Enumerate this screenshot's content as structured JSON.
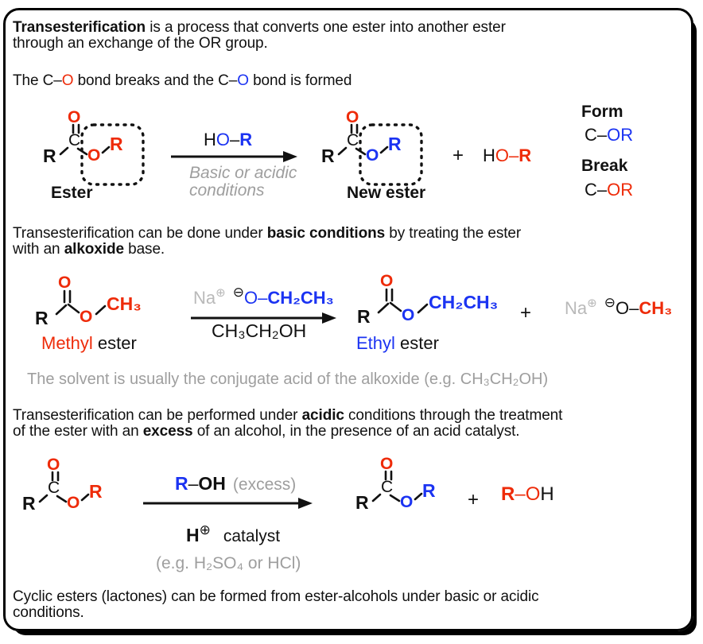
{
  "colors": {
    "red": "#ee2b09",
    "blue": "#1b33f2",
    "gray": "#9e9e9e",
    "light_gray": "#b9b9b9",
    "black": "#111111"
  },
  "p1": {
    "bold": "Transesterification",
    "rest": " is a process that converts one ester into another ester",
    "line2": "through an exchange of the OR group."
  },
  "p2": {
    "a": "The C–",
    "o_break": "O",
    "b": " bond breaks and the C–",
    "o_form": "O",
    "c": " bond is formed"
  },
  "scheme1": {
    "ester": {
      "r1": "R",
      "c": "C",
      "o_carbonyl": "O",
      "o_ester": "O",
      "r2": "R",
      "label": "Ester"
    },
    "reagent": {
      "h": "H",
      "o": "O",
      "dash": "–",
      "r": "R"
    },
    "caption1": "Basic or acidic",
    "caption2": "conditions",
    "new_ester": {
      "r1": "R",
      "c": "C",
      "o_carbonyl": "O",
      "o_ester": "O",
      "r2": "R",
      "label": "New ester"
    },
    "plus": "+",
    "byproduct": {
      "h": "H",
      "o_dash": "O–",
      "r": "R"
    },
    "formbreak": {
      "form_title": "Form",
      "form_c": "C–",
      "form_or": "OR",
      "break_title": "Break",
      "break_c": "C–",
      "break_or": "OR"
    }
  },
  "p3": {
    "a": "Transesterification can be done under ",
    "bold1": "basic conditions",
    "b": " by treating the ester",
    "line2a": "with an ",
    "bold2": "alkoxide",
    "line2b": " base."
  },
  "scheme2": {
    "methyl_ester": {
      "r": "R",
      "o_carbonyl": "O",
      "o_ester": "O",
      "alkyl": "CH₃",
      "label_colored": "Methyl",
      "label_rest": " ester"
    },
    "reagent": {
      "na": "Na",
      "plus_circle": "⊕",
      "minus_circle": "⊖",
      "o_dash": "O–",
      "alkyl": "CH₂CH₃"
    },
    "solvent": "CH₃CH₂OH",
    "ethyl_ester": {
      "r": "R",
      "o_carbonyl": "O",
      "o_ester": "O",
      "alkyl": "CH₂CH₃",
      "label_colored": "Ethyl",
      "label_rest": " ester"
    },
    "plus": "+",
    "byproduct": {
      "na": "Na",
      "plus_circle": "⊕",
      "minus_circle": "⊖",
      "o_dash": "O–",
      "alkyl": "CH₃"
    }
  },
  "note": "The solvent is usually the conjugate acid of the alkoxide (e.g. CH₃CH₂OH)",
  "p4": {
    "a": "Transesterification can be performed under ",
    "bold1": "acidic",
    "b": " conditions through the treatment",
    "line2a": "of the ester with an ",
    "bold2": "excess",
    "line2b": " of an alcohol, in the presence of an acid catalyst."
  },
  "scheme3": {
    "ester": {
      "r1": "R",
      "c": "C",
      "o_carbonyl": "O",
      "o_ester": "O",
      "r2": "R"
    },
    "reagent": {
      "r": "R",
      "dash": "–",
      "oh": "OH",
      "excess": "(excess)"
    },
    "catalyst": {
      "h": "H",
      "plus_circle": "⊕",
      "label": "catalyst"
    },
    "acid_note": "(e.g. H₂SO₄ or HCl)",
    "product": {
      "r1": "R",
      "c": "C",
      "o_carbonyl": "O",
      "o_ester": "O",
      "r2": "R"
    },
    "plus": "+",
    "byproduct": {
      "r": "R",
      "dash_o": "–O",
      "h": "H"
    }
  },
  "p5": {
    "line1": "Cyclic esters (lactones) can be formed from ester-alcohols under basic or acidic",
    "line2": "conditions."
  }
}
